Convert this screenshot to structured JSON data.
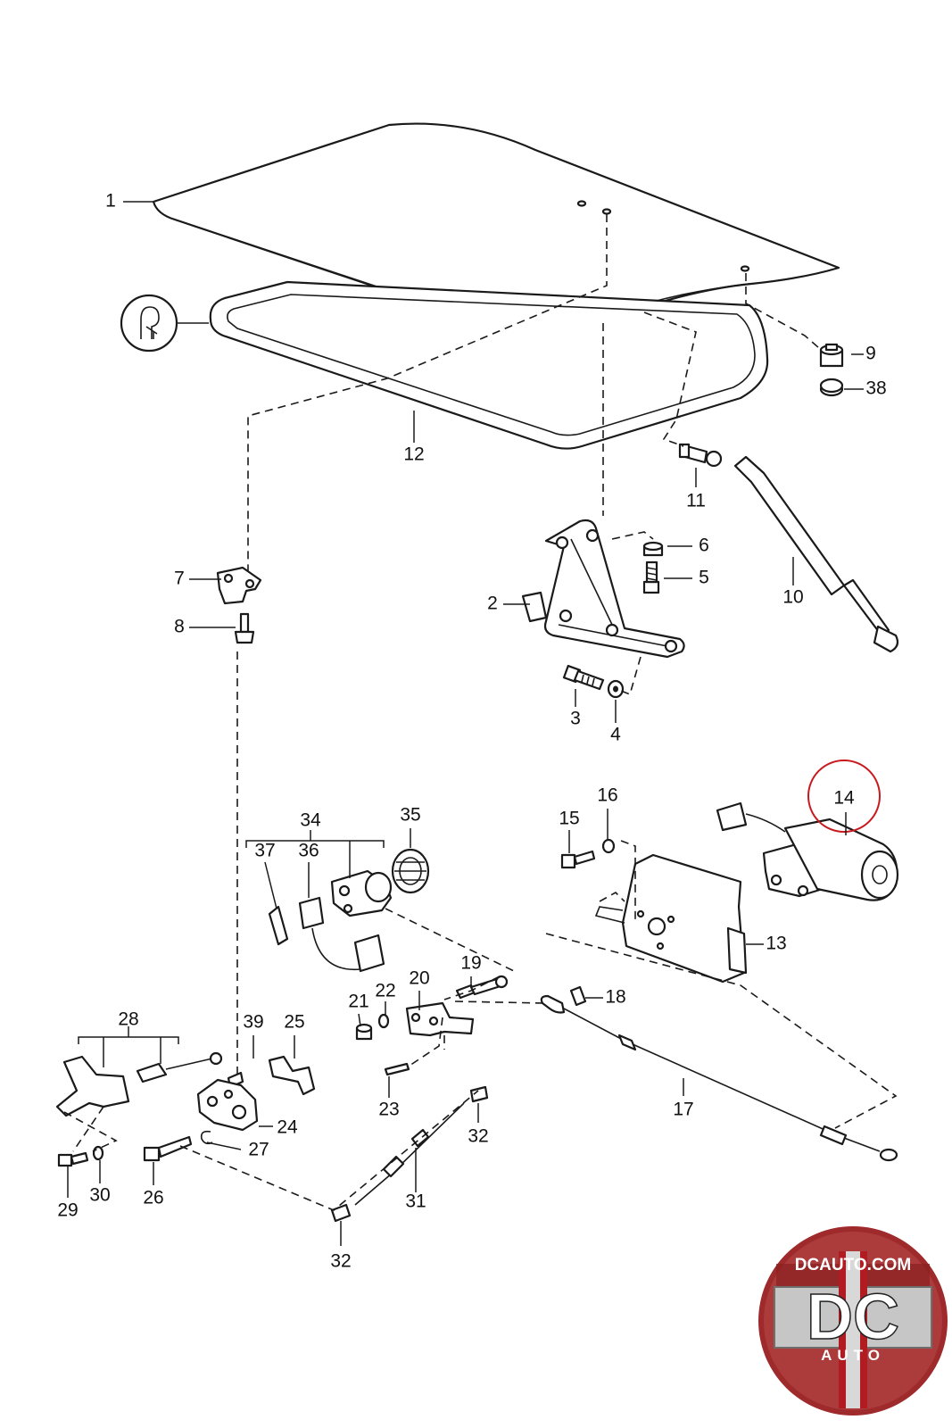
{
  "diagram": {
    "callouts": [
      {
        "id": "c1",
        "text": "1"
      },
      {
        "id": "c2",
        "text": "2"
      },
      {
        "id": "c3",
        "text": "3"
      },
      {
        "id": "c4",
        "text": "4"
      },
      {
        "id": "c5",
        "text": "5"
      },
      {
        "id": "c6",
        "text": "6"
      },
      {
        "id": "c7",
        "text": "7"
      },
      {
        "id": "c8",
        "text": "8"
      },
      {
        "id": "c9",
        "text": "9"
      },
      {
        "id": "c10",
        "text": "10"
      },
      {
        "id": "c11",
        "text": "11"
      },
      {
        "id": "c12",
        "text": "12"
      },
      {
        "id": "c13",
        "text": "13"
      },
      {
        "id": "c14",
        "text": "14"
      },
      {
        "id": "c15",
        "text": "15"
      },
      {
        "id": "c16",
        "text": "16"
      },
      {
        "id": "c17",
        "text": "17"
      },
      {
        "id": "c18",
        "text": "18"
      },
      {
        "id": "c19",
        "text": "19"
      },
      {
        "id": "c20",
        "text": "20"
      },
      {
        "id": "c21",
        "text": "21"
      },
      {
        "id": "c22",
        "text": "22"
      },
      {
        "id": "c23",
        "text": "23"
      },
      {
        "id": "c24",
        "text": "24"
      },
      {
        "id": "c25",
        "text": "25"
      },
      {
        "id": "c26",
        "text": "26"
      },
      {
        "id": "c27",
        "text": "27"
      },
      {
        "id": "c28",
        "text": "28"
      },
      {
        "id": "c29",
        "text": "29"
      },
      {
        "id": "c30",
        "text": "30"
      },
      {
        "id": "c31",
        "text": "31"
      },
      {
        "id": "c32a",
        "text": "32"
      },
      {
        "id": "c32b",
        "text": "32"
      },
      {
        "id": "c34",
        "text": "34"
      },
      {
        "id": "c35",
        "text": "35"
      },
      {
        "id": "c36",
        "text": "36"
      },
      {
        "id": "c37",
        "text": "37"
      },
      {
        "id": "c38",
        "text": "38"
      },
      {
        "id": "c39",
        "text": "39"
      }
    ],
    "highlighted_part": "14",
    "highlight_color": "#c8191e",
    "line_color": "#1a1a1a",
    "icon": "seal-profile-icon"
  },
  "logo": {
    "site": "DCAUTO.COM",
    "mark": "DC",
    "word": "AUTO",
    "colors": {
      "outer": "#9e2a2b",
      "band": "#c6c6c6",
      "stripe": "#b01c22"
    }
  }
}
